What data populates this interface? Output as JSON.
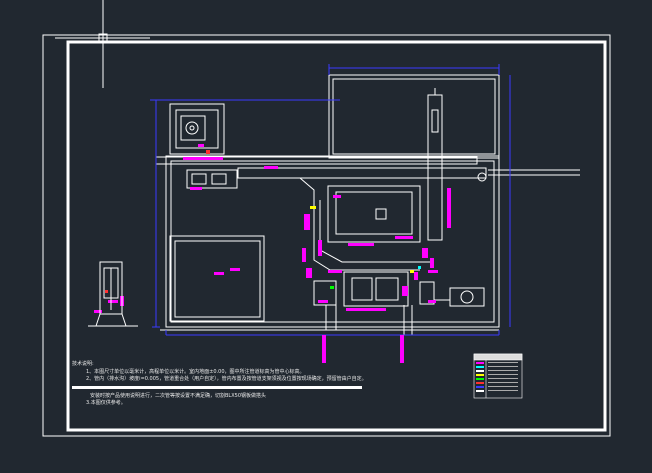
{
  "colors": {
    "background": "#212830",
    "lines": "#ffffff",
    "dimension": "#3a3aff",
    "highlight": "#ff00ff",
    "accent_red": "#ff3030",
    "accent_yellow": "#ffff00",
    "accent_green": "#00ff00",
    "accent_cyan": "#00ffff"
  },
  "notes": {
    "heading": "技术说明:",
    "line1": "1、本图尺寸单位以毫米计，高程单位以米计。室内地面±0.00，图中所注管道标高为管中心标高。",
    "line2": "2、管内（排水沟）坡度i=0.005，管道重合处（用户自定），管内布置及按管道支架须视及位置按现场确定，预留管由户自定。",
    "line3": "安装时按产品使用说明进行，二次管等按设置不满足确，切割BLX50钢板做搭头",
    "line4": "3.本图仅供参考。"
  },
  "legend": {
    "title": "图例",
    "rows": [
      "",
      "",
      "",
      "",
      "",
      "",
      "",
      "",
      "",
      "",
      "",
      ""
    ]
  },
  "icons": {
    "crosshair": "cursor-crosshair-icon",
    "tank": "tank-icon",
    "pump": "pump-icon"
  }
}
